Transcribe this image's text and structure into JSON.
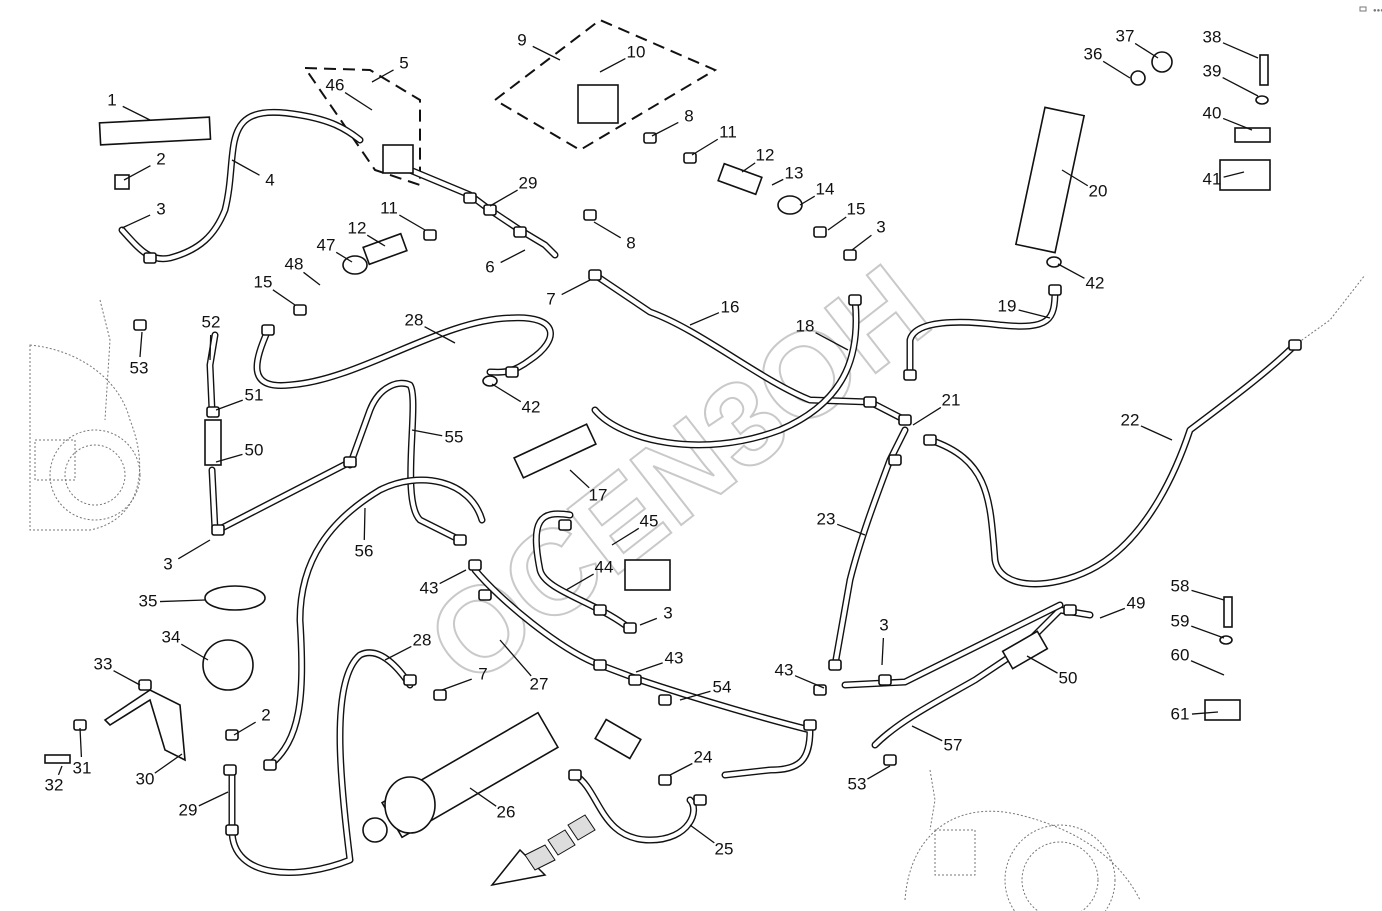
{
  "diagram": {
    "type": "exploded hydraulic parts diagram",
    "watermark": "OCEN3OH",
    "callouts": [
      "1",
      "2",
      "3",
      "4",
      "5",
      "46",
      "9",
      "10",
      "8",
      "11",
      "12",
      "13",
      "14",
      "15",
      "3",
      "29",
      "11",
      "12",
      "47",
      "48",
      "15",
      "6",
      "8",
      "7",
      "16",
      "18",
      "28",
      "42",
      "52",
      "53",
      "51",
      "50",
      "3",
      "55",
      "17",
      "56",
      "43",
      "45",
      "44",
      "3",
      "27",
      "43",
      "54",
      "35",
      "34",
      "33",
      "28",
      "7",
      "2",
      "31",
      "32",
      "30",
      "29",
      "26",
      "24",
      "25",
      "23",
      "21",
      "22",
      "19",
      "42",
      "20",
      "36",
      "37",
      "38",
      "39",
      "40",
      "41",
      "49",
      "50",
      "3",
      "43",
      "57",
      "53",
      "58",
      "59",
      "60",
      "61"
    ]
  }
}
